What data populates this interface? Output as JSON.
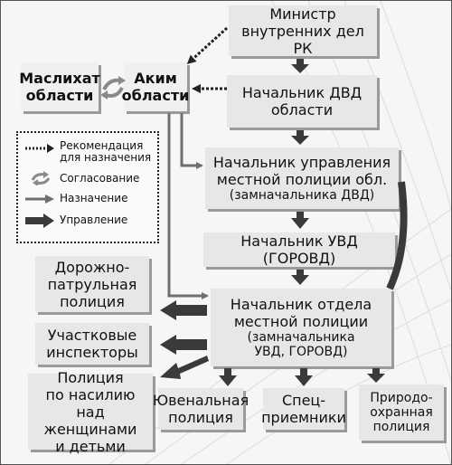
{
  "nodes": {
    "minister": "Министр\nвнутренних дел РК",
    "maslikhat": "Маслихат\nобласти",
    "akim": "Аким\nобласти",
    "dvd": "Начальник ДВД\nобласти",
    "upravlenie_main": "Начальник управления\nместной полиции обл.",
    "upravlenie_sub": "(замначальника ДВД)",
    "uvd": "Начальник УВД (ГОРОВД)",
    "otdel_main": "Начальник  отдела\nместной полиции",
    "otdel_sub": "(замначальника\nУВД, ГОРОВД)",
    "dorozh": "Дорожно-\nпатрульная\nполиция",
    "uchastk": "Участковые\nинспекторы",
    "nasilie": "Полиция\nпо насилию над\nженщинами\nи детьми",
    "juven": "Ювенальная\nполиция",
    "spec": "Спец-\nприемники",
    "priroda": "Природо-\nохранная\nполиция"
  },
  "legend": {
    "recommendation": "Рекомендация\nдля назначения",
    "agreement": "Согласование",
    "appointment": "Назначение",
    "management": "Управление"
  },
  "colors": {
    "box_fill": "#e7e7e7",
    "arrow_dark": "#3a3a3a",
    "arrow_mid": "#6f6f6f",
    "swirl": "#8a8a8a"
  }
}
